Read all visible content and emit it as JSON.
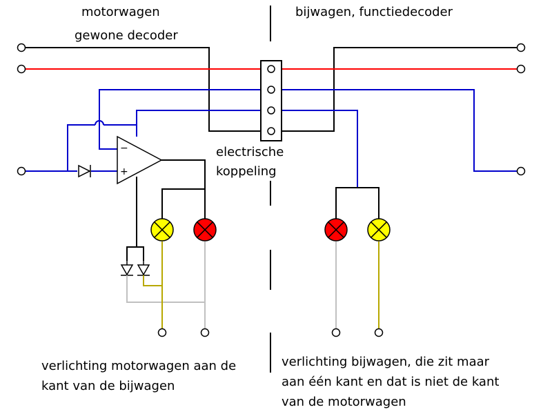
{
  "labels": {
    "motorwagen": "motorwagen",
    "gewone_decoder": "gewone decoder",
    "bijwagen": "bijwagen, functiedecoder",
    "koppeling_1": "electrische",
    "koppeling_2": "koppeling",
    "left_caption_1": "verlichting motorwagen aan de",
    "left_caption_2": "kant van de bijwagen",
    "right_caption_1": "verlichting bijwagen, die zit maar",
    "right_caption_2": "aan één kant en dat is niet de kant",
    "right_caption_3": "van de motorwagen"
  },
  "opamp_symbols": {
    "minus": "−",
    "plus": "+"
  },
  "colors": {
    "black": "#000000",
    "red": "#ff0000",
    "blue": "#0000cc",
    "lamp_red": "#ff0000",
    "lamp_yellow": "#ffff00",
    "yellow_wire": "#b8a800",
    "gray_wire": "#c0c0c0"
  },
  "lamps": [
    {
      "name": "lamp-motorwagen-yellow",
      "color": "yellow"
    },
    {
      "name": "lamp-motorwagen-red",
      "color": "red"
    },
    {
      "name": "lamp-bijwagen-red",
      "color": "red"
    },
    {
      "name": "lamp-bijwagen-yellow",
      "color": "yellow"
    }
  ]
}
